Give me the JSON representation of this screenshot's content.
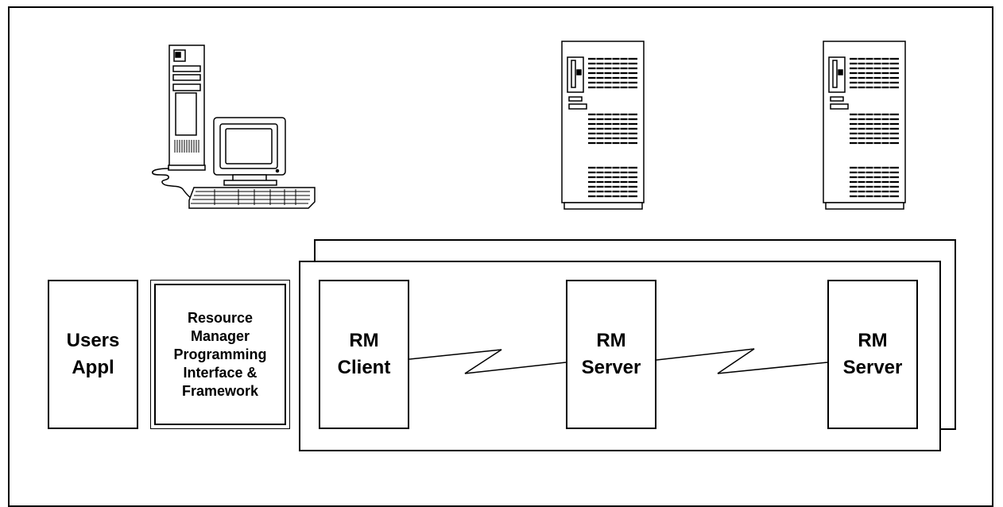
{
  "users_box": {
    "line1": "Users",
    "line2": "Appl"
  },
  "framework_box": {
    "line1": "Resource",
    "line2": "Manager",
    "line3": "Programming",
    "line4": "Interface &",
    "line5": "Framework"
  },
  "rm_client": {
    "line1": "RM",
    "line2": "Client"
  },
  "rm_server_1": {
    "line1": "RM",
    "line2": "Server"
  },
  "rm_server_2": {
    "line1": "RM",
    "line2": "Server"
  },
  "icons": [
    "workstation-icon",
    "server-tower-icon",
    "server-tower-icon"
  ]
}
